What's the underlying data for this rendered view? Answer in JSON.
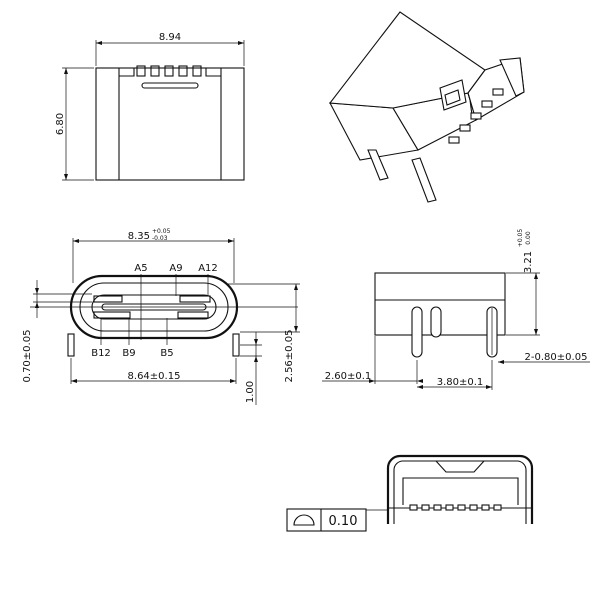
{
  "dimensions": {
    "top_width": "8.94",
    "top_height": "6.80",
    "front_width_main": "8.35",
    "front_width_tol_top": "+0.05",
    "front_width_tol_bottom": "-0.03",
    "front_pitch": "8.64±0.15",
    "front_pin_offset": "0.70±0.05",
    "front_height": "2.56±0.05",
    "front_pin_length": "1.00",
    "side_height_main": "3.21",
    "side_height_tol_top": "+0.05",
    "side_height_tol_bottom": "0.00",
    "side_left_offset": "2.60±0.1",
    "side_pin_pitch": "3.80±0.1",
    "side_pin_dim": "2-0.80±0.05"
  },
  "pins": {
    "top": [
      "A5",
      "A9",
      "A12"
    ],
    "bottom": [
      "B12",
      "B9",
      "B5"
    ]
  },
  "tolerance": {
    "symbol": "profile-of-surface-icon",
    "value": "0.10"
  }
}
